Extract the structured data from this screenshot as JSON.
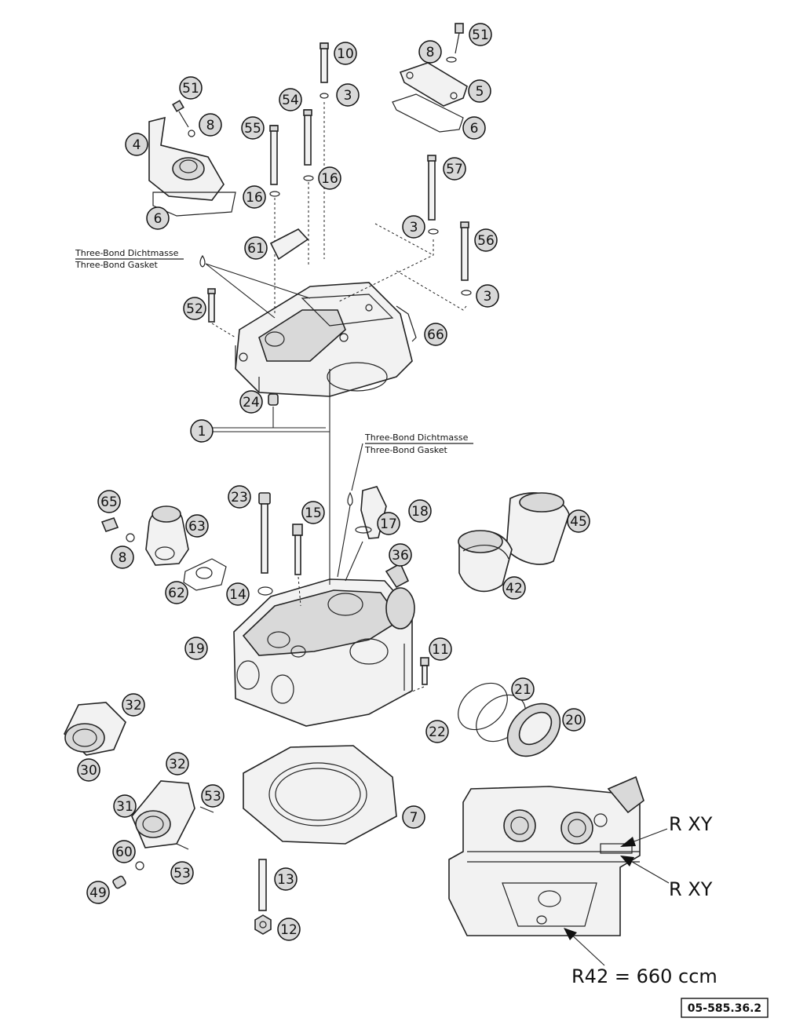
{
  "diagram": {
    "callouts": [
      "51",
      "8",
      "4",
      "6",
      "10",
      "3",
      "54",
      "55",
      "16",
      "16",
      "8",
      "51",
      "5",
      "6",
      "57",
      "3",
      "56",
      "3",
      "61",
      "52",
      "66",
      "24",
      "1",
      "23",
      "15",
      "18",
      "17",
      "65",
      "63",
      "8",
      "62",
      "14",
      "36",
      "45",
      "42",
      "19",
      "11",
      "21",
      "20",
      "22",
      "32",
      "30",
      "32",
      "31",
      "53",
      "53",
      "60",
      "49",
      "7",
      "13",
      "12"
    ],
    "notes": {
      "upper_de": "Three-Bond Dichtmasse",
      "upper_en": "Three-Bond Gasket",
      "lower_de": "Three-Bond Dichtmasse",
      "lower_en": "Three-Bond Gasket"
    },
    "inset": {
      "label_top": "R  XY",
      "label_mid": "R  XY",
      "label_bottom": "R42 = 660 ccm"
    },
    "reference": "05-585.36.2"
  }
}
